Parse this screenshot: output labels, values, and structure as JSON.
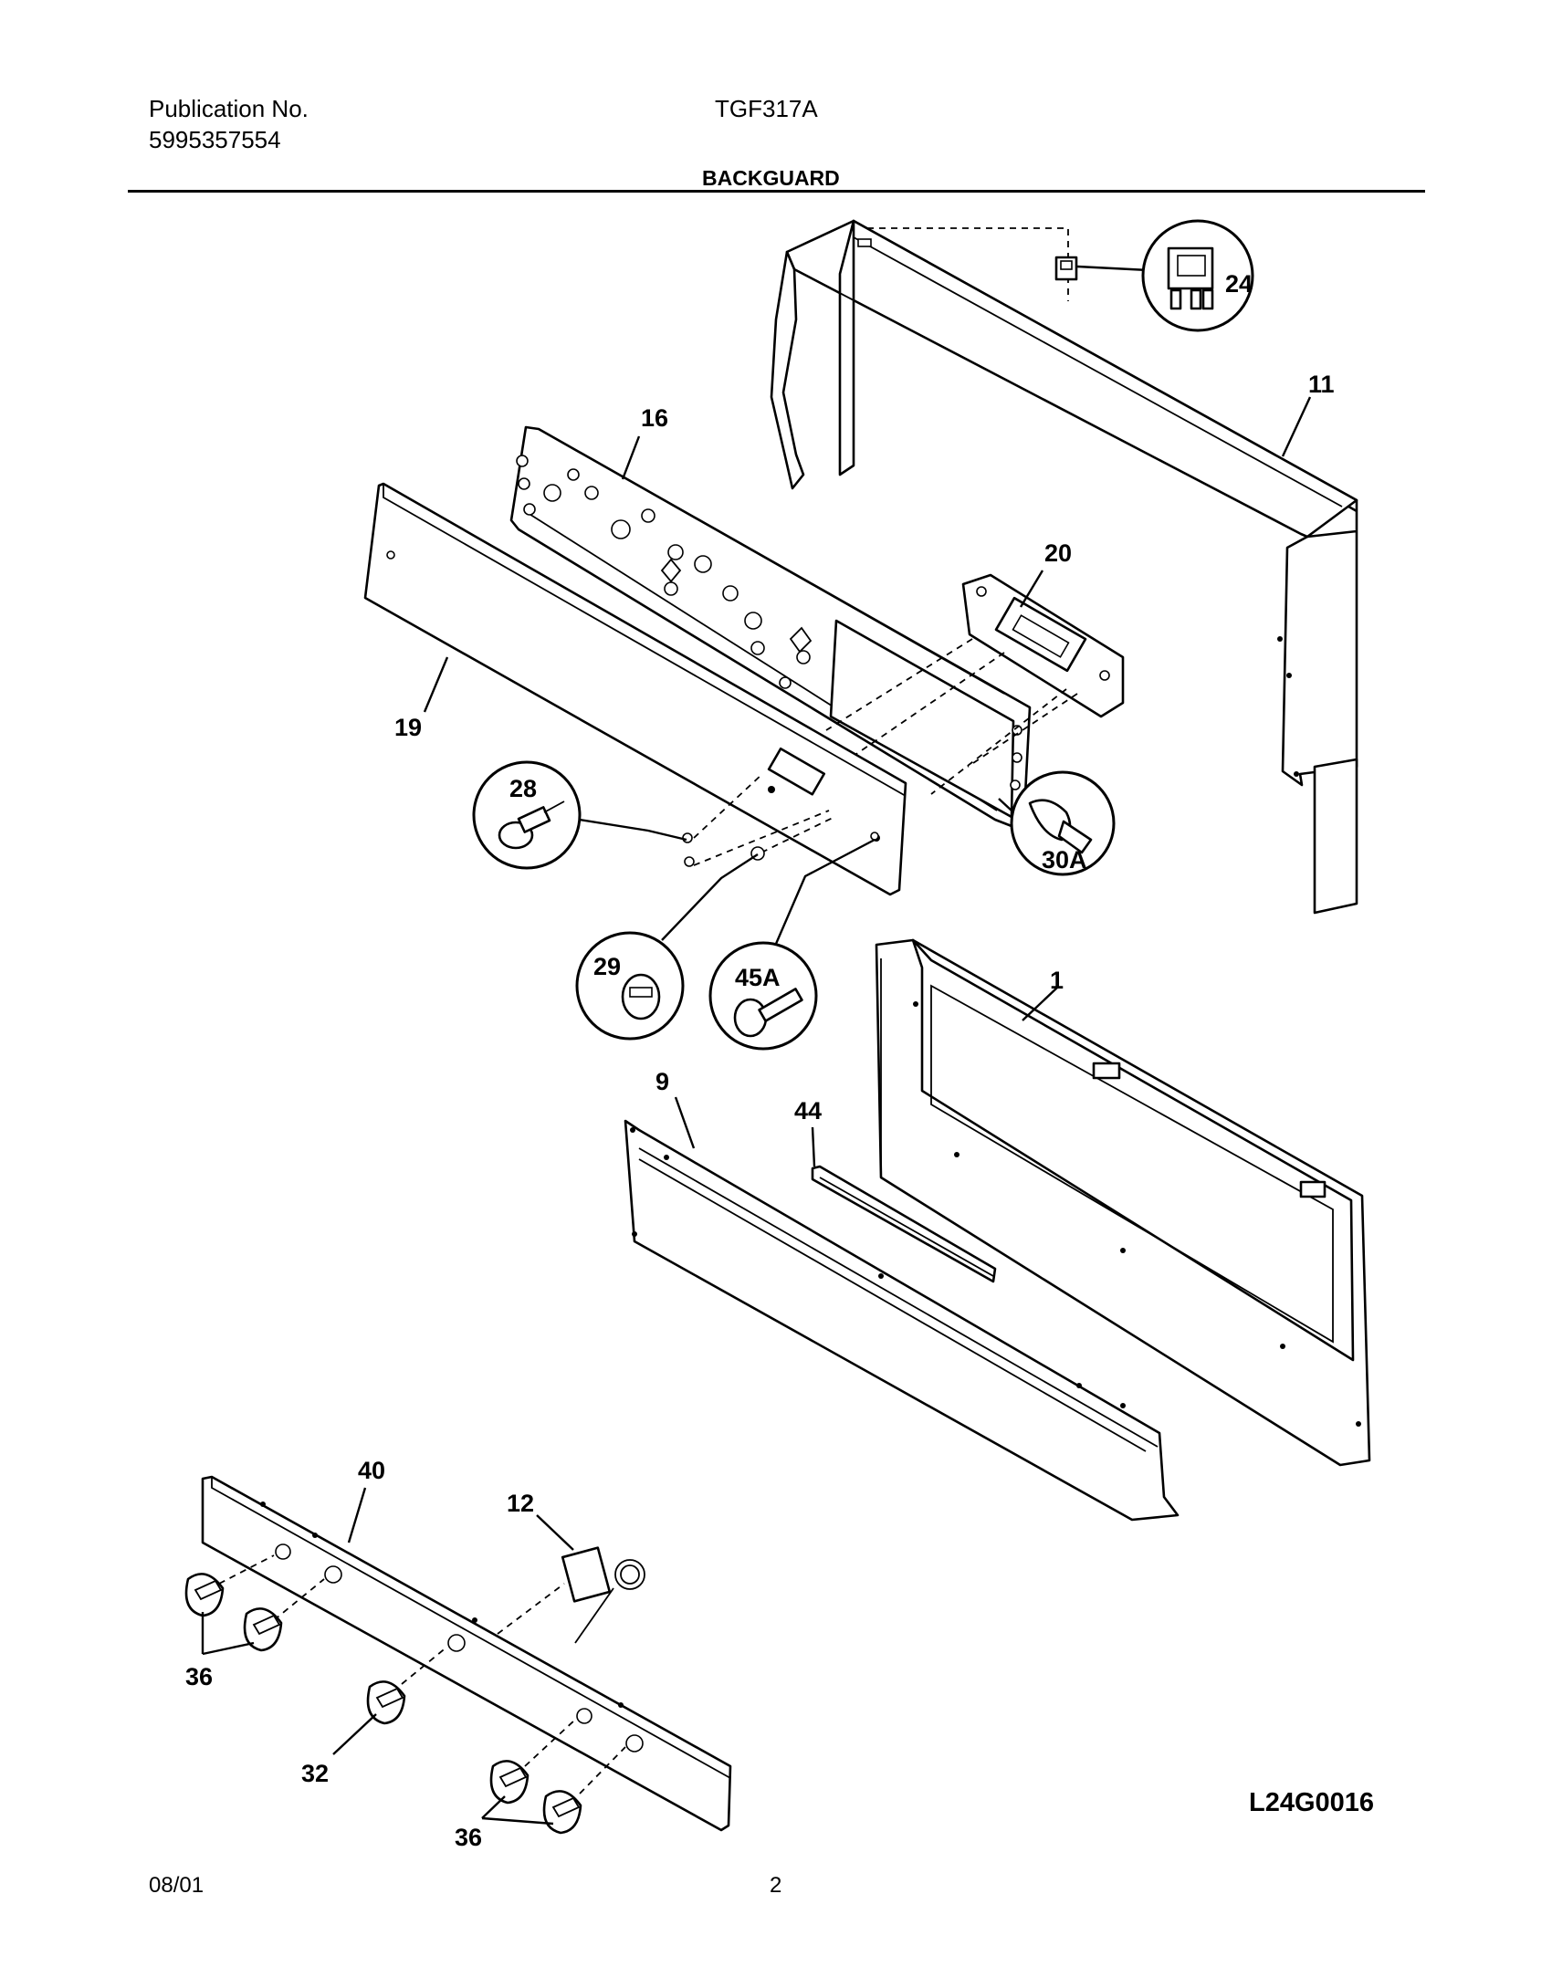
{
  "header": {
    "publication_label": "Publication No.",
    "publication_number": "5995357554",
    "model": "TGF317A",
    "section_title": "BACKGUARD"
  },
  "diagram": {
    "drawing_code": "L24G0016",
    "callouts": {
      "c24": "24",
      "c11": "11",
      "c16": "16",
      "c20": "20",
      "c19": "19",
      "c28": "28",
      "c30a": "30A",
      "c29": "29",
      "c45a": "45A",
      "c1": "1",
      "c9": "9",
      "c44": "44",
      "c40": "40",
      "c12": "12",
      "c36a": "36",
      "c32": "32",
      "c36b": "36"
    }
  },
  "footer": {
    "date": "08/01",
    "page": "2"
  }
}
